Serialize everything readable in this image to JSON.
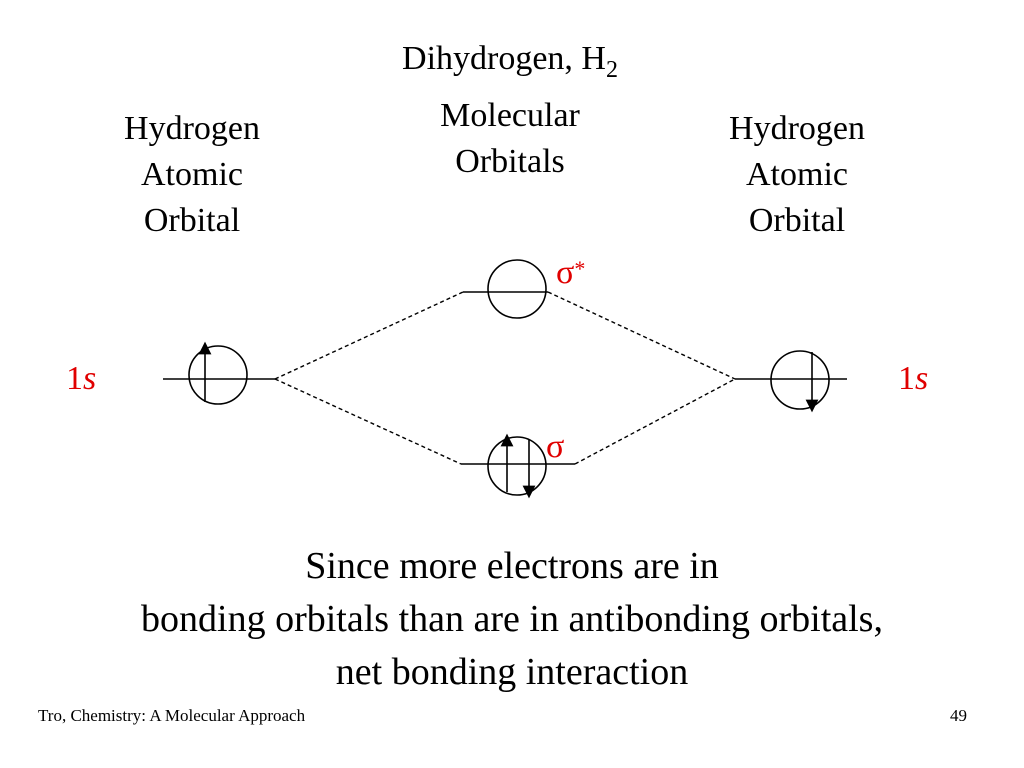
{
  "labels": {
    "left_atom": [
      "Hydrogen",
      "Atomic",
      "Orbital"
    ],
    "right_atom": [
      "Hydrogen",
      "Atomic",
      "Orbital"
    ],
    "molecule": {
      "line1_main": "Dihydrogen, H",
      "line1_sub": "2",
      "line2": "Molecular",
      "line3": "Orbitals"
    }
  },
  "orbitals": {
    "antibonding_symbol": "σ",
    "antibonding_star": "*",
    "bonding_symbol": "σ",
    "left_number": "1",
    "left_letter": "s",
    "right_number": "1",
    "right_letter": "s"
  },
  "conclusion": [
    "Since more electrons are in",
    "bonding orbitals than are in antibonding orbitals,",
    "net bonding interaction"
  ],
  "footer": {
    "source": "Tro, Chemistry: A Molecular Approach",
    "page": "49"
  },
  "colors": {
    "accent": "#e00000"
  }
}
